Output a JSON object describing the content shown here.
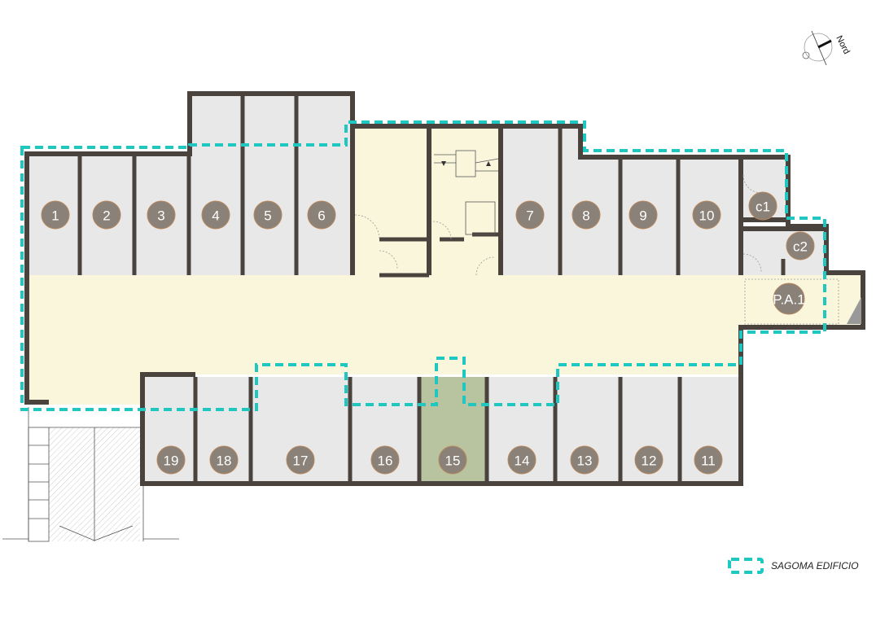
{
  "compass": {
    "label": "Nord"
  },
  "legend": {
    "label": "SAGOMA EDIFICIO"
  },
  "colors": {
    "outline": "#1ec8c0",
    "wall": "#4a423d",
    "box": "#e8e8e8",
    "corridor": "#faf6dc",
    "highlight": "#b8c4a0",
    "badge": "#8a8178"
  },
  "units_top": [
    "1",
    "2",
    "3",
    "4",
    "5",
    "6",
    "7",
    "8",
    "9",
    "10"
  ],
  "cellars": [
    "c1",
    "c2"
  ],
  "parking": "P.A.1",
  "units_bottom": [
    "19",
    "18",
    "17",
    "16",
    "15",
    "14",
    "13",
    "12",
    "11"
  ],
  "highlighted_unit": "15"
}
